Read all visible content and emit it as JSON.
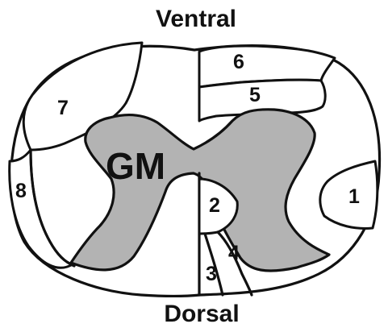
{
  "orientation": {
    "top": "Ventral",
    "bottom": "Dorsal"
  },
  "grey_matter_label": "GM",
  "region_labels": {
    "r1": "1",
    "r2": "2",
    "r3": "3",
    "r4": "4",
    "r5": "5",
    "r6": "6",
    "r7": "7",
    "r8": "8"
  },
  "colors": {
    "grey_matter": "#b3b3b3",
    "white_matter": "#ffffff",
    "outline": "#111111"
  }
}
